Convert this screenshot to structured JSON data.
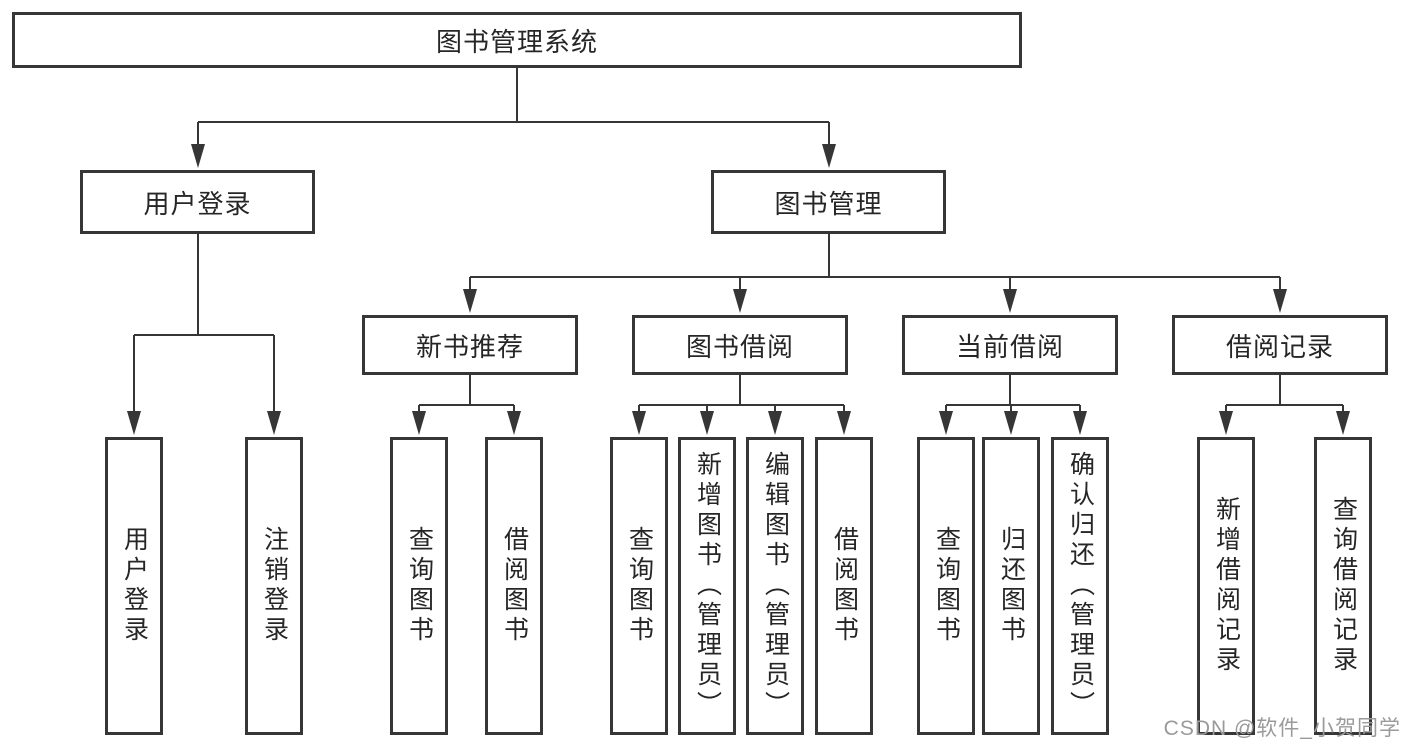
{
  "diagram": {
    "root": "图书管理系统",
    "level2": [
      "用户登录",
      "图书管理"
    ],
    "level3": [
      "新书推荐",
      "图书借阅",
      "当前借阅",
      "借阅记录"
    ],
    "leaves_user": [
      "用户登录",
      "注销登录"
    ],
    "leaves_newbook": [
      "查询图书",
      "借阅图书"
    ],
    "leaves_borrow": [
      "查询图书",
      "新增图书（管理员）",
      "编辑图书（管理员）",
      "借阅图书"
    ],
    "leaves_current": [
      "查询图书",
      "归还图书",
      "确认归还（管理员）"
    ],
    "leaves_records": [
      "新增借阅记录",
      "查询借阅记录"
    ],
    "colors": {
      "line": "#363636",
      "text": "#262626",
      "watermark_text_color": "#9a9a9a",
      "background": "#ffffff"
    },
    "watermark": "CSDN @软件_小贺同学"
  }
}
